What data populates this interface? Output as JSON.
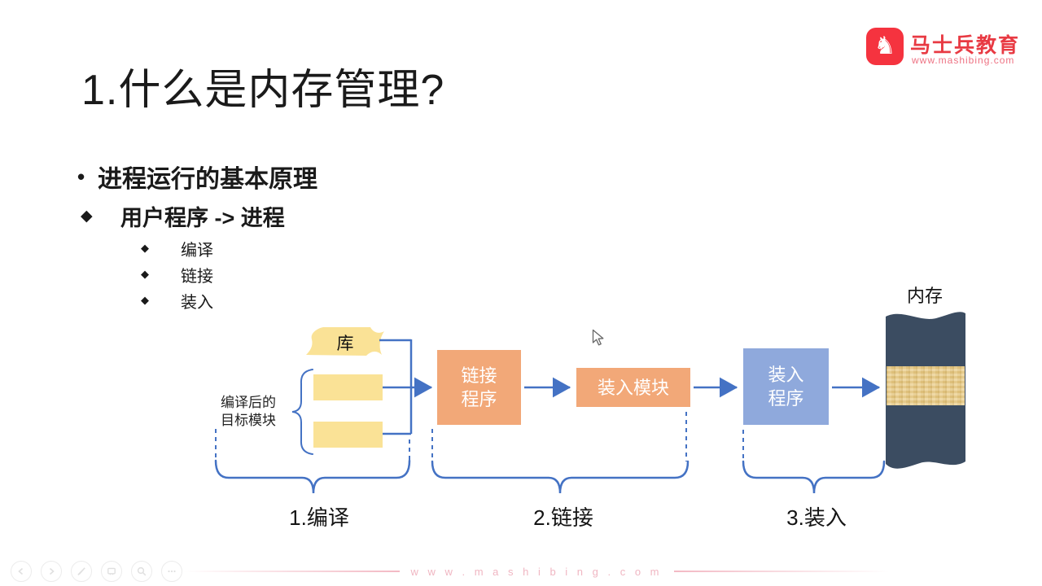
{
  "brand": {
    "name": "马士兵教育",
    "url": "www.mashibing.com"
  },
  "glyphs": {
    "dot_bullet": "•",
    "diamond_bullet": "◆",
    "horse_logo": "♞"
  },
  "slide": {
    "title": "1.什么是内存管理?",
    "bullet1": "进程运行的基本原理",
    "bullet2": "用户程序 -> 进程",
    "sub_bullets": [
      "编译",
      "链接",
      "装入"
    ]
  },
  "diagram": {
    "library_label": "库",
    "modules_label": "编译后的\n目标模块",
    "linker_box": "链接\n程序",
    "load_module_box": "装入模块",
    "loader_box": "装入\n程序",
    "memory_label": "内存",
    "stage1_label": "1.编译",
    "stage2_label": "2.链接",
    "stage3_label": "3.装入",
    "colors": {
      "connector_blue": "#4472c4",
      "process_box_orange": "#f2a878",
      "loader_box_blue": "#8fa9dc",
      "module_yellow": "#fae296",
      "memory_dark": "#3b4c61",
      "memory_band_tan": "#e9cb84"
    }
  },
  "footer": {
    "watermark": "w w w . m a s h i b i n g . c o m",
    "toolbar_icons": [
      "previous",
      "next",
      "pen",
      "screen",
      "zoom",
      "more"
    ]
  }
}
